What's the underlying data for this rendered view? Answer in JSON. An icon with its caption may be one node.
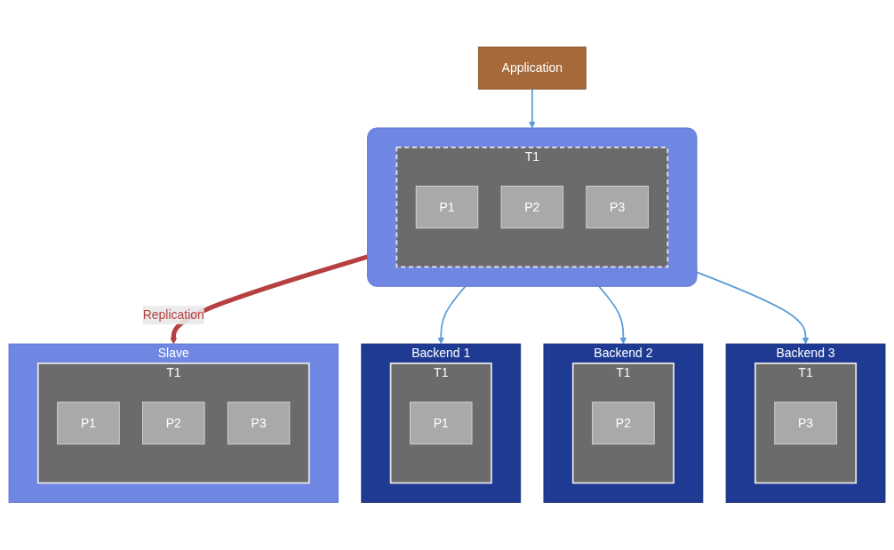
{
  "diagram": {
    "nodes": [
      {
        "text": [
          "Application"
        ]
      },
      {
        "text": [],
        "shape": "box"
      },
      {
        "text": [
          "T1"
        ],
        "in": 1
      },
      {
        "text": [
          "P1"
        ],
        "in": 2
      },
      {
        "text": [
          "P2"
        ],
        "in": 2
      },
      {
        "text": [
          "P3"
        ],
        "in": 2
      },
      {
        "text": [
          "Slave"
        ]
      },
      {
        "text": [
          "T1"
        ],
        "in": 6
      },
      {
        "text": [
          "P1"
        ],
        "in": 7
      },
      {
        "text": [
          "P2"
        ],
        "in": 7
      },
      {
        "text": [
          "P3"
        ],
        "in": 7
      },
      {
        "text": [
          "Backend 1"
        ]
      },
      {
        "text": [
          "T1"
        ],
        "in": 11
      },
      {
        "text": [
          "P1"
        ],
        "in": 12
      },
      {
        "text": [
          "Backend 2"
        ]
      },
      {
        "text": [
          "T1"
        ],
        "in": 14
      },
      {
        "text": [
          "P2"
        ],
        "in": 15
      },
      {
        "text": [
          "Backend 3"
        ]
      },
      {
        "text": [
          "T1"
        ],
        "in": 17
      },
      {
        "text": [
          "P3"
        ],
        "in": 18
      }
    ],
    "edges": [
      {
        "from": 0,
        "to": 1,
        "arrow": "to"
      },
      {
        "from": 1,
        "to": 6,
        "arrow": "to",
        "label": "Replication",
        "style": "thick",
        "color": "#b5403f"
      },
      {
        "from": 1,
        "to": 11,
        "arrow": "to"
      },
      {
        "from": 1,
        "to": 14,
        "arrow": "to"
      },
      {
        "from": 1,
        "to": 17,
        "arrow": "to"
      }
    ]
  }
}
